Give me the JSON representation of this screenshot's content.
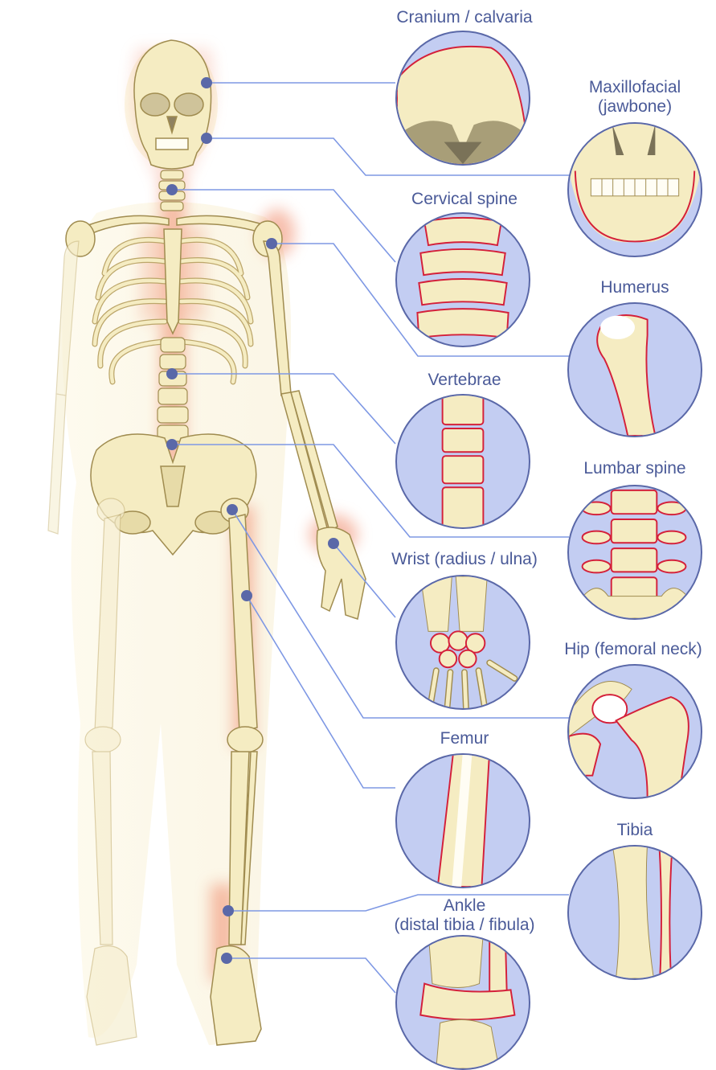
{
  "diagram": {
    "colors": {
      "label_text": "#4a5a98",
      "circle_fill": "#c3cdf2",
      "circle_border": "#5a68a8",
      "bone_fill": "#f5ecc2",
      "bone_shade": "#dfc98a",
      "bone_outline": "#a08c50",
      "fracture_line": "#d4203a",
      "highlight_glow": "#f08a6a",
      "leader_line": "#7e98e4",
      "marker": "#5a68a8"
    },
    "sites": [
      {
        "id": "cranium",
        "label": "Cranium / calvaria"
      },
      {
        "id": "maxillofacial",
        "label": "Maxillofacial\n(jawbone)"
      },
      {
        "id": "cervical",
        "label": "Cervical spine"
      },
      {
        "id": "humerus",
        "label": "Humerus"
      },
      {
        "id": "vertebrae",
        "label": "Vertebrae"
      },
      {
        "id": "lumbar",
        "label": "Lumbar spine"
      },
      {
        "id": "wrist",
        "label": "Wrist (radius / ulna)"
      },
      {
        "id": "hip",
        "label": "Hip (femoral neck)"
      },
      {
        "id": "femur",
        "label": "Femur"
      },
      {
        "id": "tibia",
        "label": "Tibia"
      },
      {
        "id": "ankle",
        "label": "Ankle\n(distal tibia / fibula)"
      }
    ]
  }
}
